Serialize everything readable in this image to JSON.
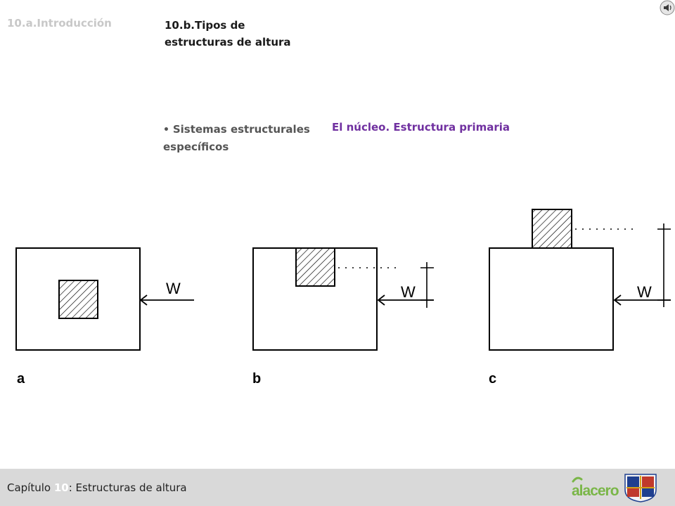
{
  "header": {
    "prev_section": "10.a.Introducción",
    "current_section": "10.b.Tipos de estructuras de altura"
  },
  "content": {
    "bullet": "Sistemas estructurales específicos",
    "subtitle": "El núcleo. Estructura primaria"
  },
  "diagram": {
    "load_label": "W",
    "labels": [
      "a",
      "b",
      "c"
    ]
  },
  "footer": {
    "chapter_prefix": "Capítulo ",
    "chapter_number": "10",
    "chapter_suffix": ": Estructuras de altura",
    "logo_text": "alacero"
  },
  "colors": {
    "accent": "#7030a0",
    "footer_bg": "#d9d9d9",
    "logo_green": "#7ab648",
    "logo_blue": "#1f3f8f"
  }
}
